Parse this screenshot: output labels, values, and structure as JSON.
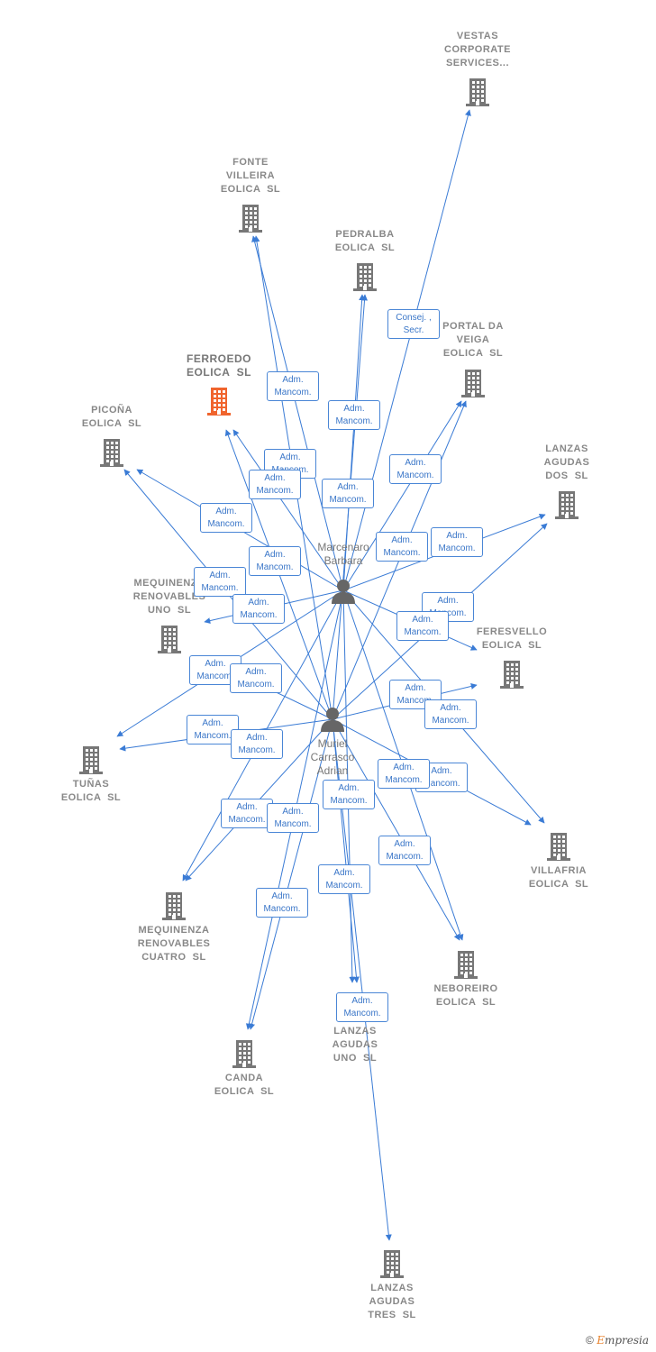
{
  "colors": {
    "edge": "#3a7bd5",
    "building": "#777777",
    "highlight": "#f0642d",
    "person": "#666666"
  },
  "persons": [
    {
      "id": "marcenaro",
      "label": "Marcenaro\nBarbara",
      "icon": "person-icon"
    },
    {
      "id": "muriel",
      "label": "Muriel\nCarrasco\nAdrian",
      "icon": "person-icon"
    }
  ],
  "companies": [
    {
      "id": "vestas",
      "label": "VESTAS\nCORPORATE\nSERVICES..."
    },
    {
      "id": "fonte",
      "label": "FONTE\nVILLEIRA\nEOLICA  SL"
    },
    {
      "id": "pedralba",
      "label": "PEDRALBA\nEOLICA  SL"
    },
    {
      "id": "portal",
      "label": "PORTAL DA\nVEIGA\nEOLICA  SL"
    },
    {
      "id": "ferroedo",
      "label": "FERROEDO\nEOLICA  SL",
      "highlight": true
    },
    {
      "id": "picona",
      "label": "PICOÑA\nEOLICA  SL"
    },
    {
      "id": "lanzasdos",
      "label": "LANZAS\nAGUDAS\nDOS  SL"
    },
    {
      "id": "mequi1",
      "label": "MEQUINENZA\nRENOVABLES\nUNO  SL"
    },
    {
      "id": "feresvello",
      "label": "FERESVELLO\nEOLICA  SL"
    },
    {
      "id": "tunas",
      "label": "TUÑAS\nEOLICA  SL"
    },
    {
      "id": "villafria",
      "label": "VILLAFRIA\nEOLICA  SL"
    },
    {
      "id": "mequi4",
      "label": "MEQUINENZA\nRENOVABLES\nCUATRO  SL"
    },
    {
      "id": "neboreiro",
      "label": "NEBOREIRO\nEOLICA  SL"
    },
    {
      "id": "lanzasuno",
      "label": "LANZAS\nAGUDAS\nUNO  SL"
    },
    {
      "id": "canda",
      "label": "CANDA\nEOLICA  SL"
    },
    {
      "id": "lanzastres",
      "label": "LANZAS\nAGUDAS\nTRES  SL"
    }
  ],
  "edge_label_text": "Adm.\nMancom.",
  "consej_label_text": "Consej. ,\nSecr.",
  "brand": {
    "copyright": "©",
    "e": "E",
    "rest": "mpresia"
  }
}
